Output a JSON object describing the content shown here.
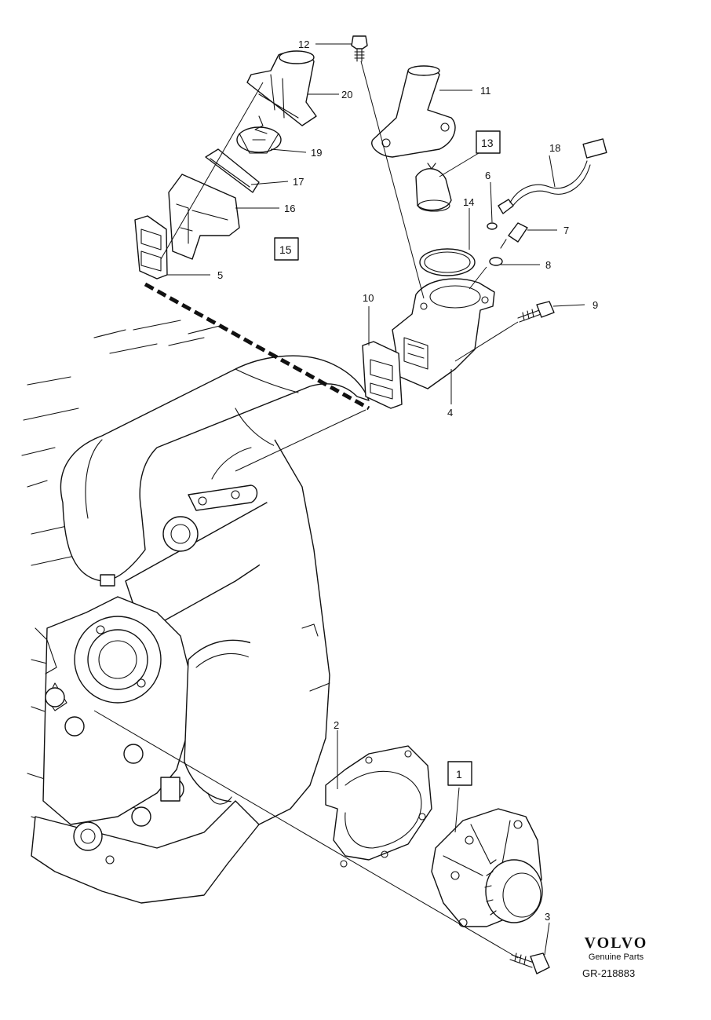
{
  "callouts": [
    {
      "id": "12",
      "label": "12"
    },
    {
      "id": "20",
      "label": "20"
    },
    {
      "id": "11",
      "label": "11"
    },
    {
      "id": "13",
      "label": "13",
      "boxed": true
    },
    {
      "id": "18",
      "label": "18"
    },
    {
      "id": "19",
      "label": "19"
    },
    {
      "id": "6",
      "label": "6"
    },
    {
      "id": "17",
      "label": "17"
    },
    {
      "id": "14",
      "label": "14"
    },
    {
      "id": "16",
      "label": "16"
    },
    {
      "id": "7",
      "label": "7"
    },
    {
      "id": "15",
      "label": "15",
      "boxed": true
    },
    {
      "id": "8",
      "label": "8"
    },
    {
      "id": "5",
      "label": "5"
    },
    {
      "id": "10",
      "label": "10"
    },
    {
      "id": "9",
      "label": "9"
    },
    {
      "id": "4",
      "label": "4"
    },
    {
      "id": "2",
      "label": "2"
    },
    {
      "id": "1",
      "label": "1",
      "boxed": true
    },
    {
      "id": "3",
      "label": "3"
    }
  ],
  "brand": {
    "logo_text": "VOLVO",
    "subtitle": "Genuine Parts"
  },
  "reference": "GR-218883",
  "colors": {
    "ink": "#111111",
    "background": "#ffffff"
  }
}
